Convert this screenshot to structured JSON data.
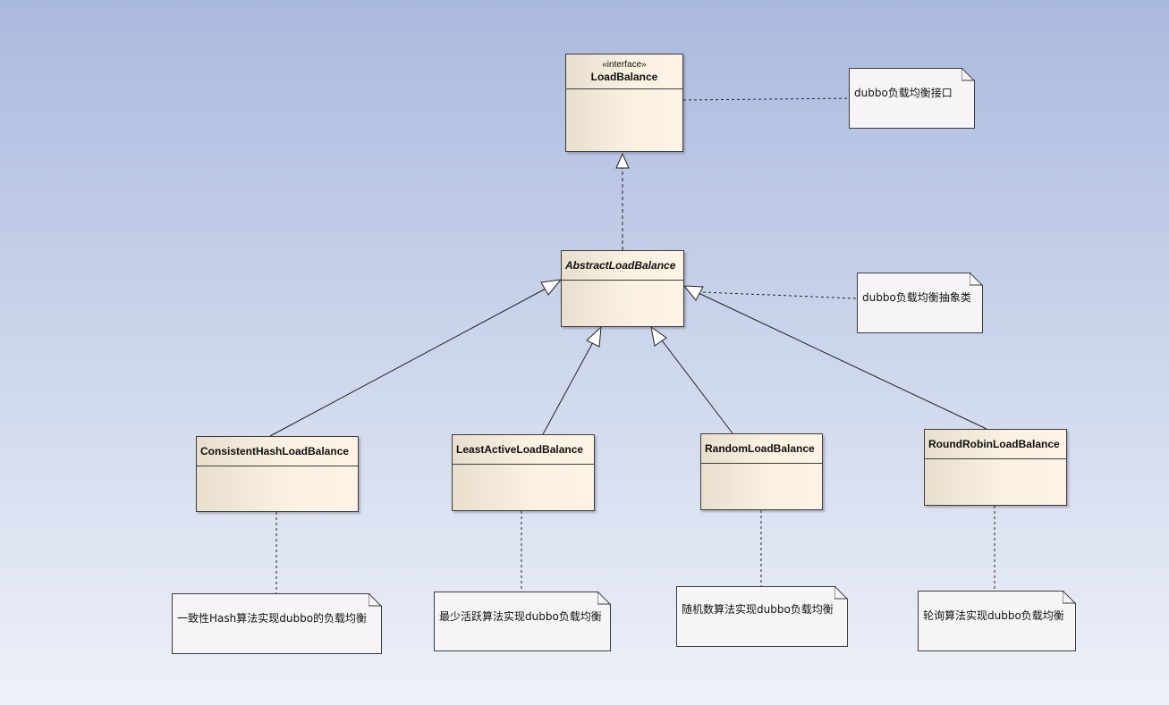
{
  "interface": {
    "stereotype": "«interface»",
    "name": "LoadBalance"
  },
  "abstract_class": {
    "name": "AbstractLoadBalance"
  },
  "implementations": [
    {
      "name": "ConsistentHashLoadBalance",
      "note": "一致性Hash算法实现dubbo的负载均衡"
    },
    {
      "name": "LeastActiveLoadBalance",
      "note": "最少活跃算法实现dubbo负载均衡"
    },
    {
      "name": "RandomLoadBalance",
      "note": "随机数算法实现dubbo负载均衡"
    },
    {
      "name": "RoundRobinLoadBalance",
      "note": "轮询算法实现dubbo负载均衡"
    }
  ],
  "notes": {
    "interface_note": "dubbo负载均衡接口",
    "abstract_note": "dubbo负载均衡抽象类"
  }
}
